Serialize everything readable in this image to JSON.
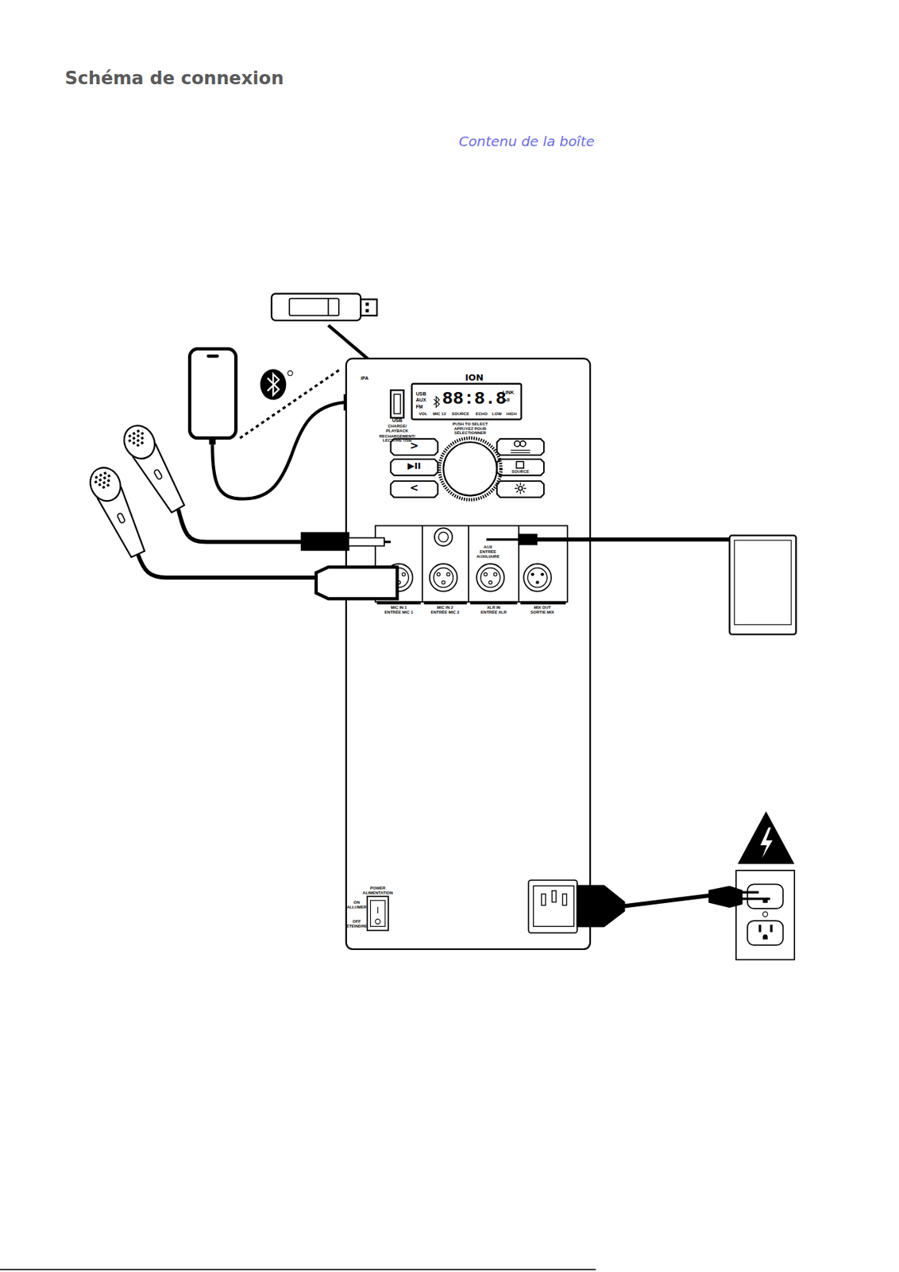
{
  "diagram": {
    "title": "Schéma de connexion",
    "labels": [
      "Contenu de la boîte",
      "iPA",
      "ION",
      "USB",
      "AUX",
      "FM",
      "88:8.8",
      "LINK",
      "▶II",
      "VOL",
      "MIC 12",
      "SOURCE",
      "ECHO",
      "LOW",
      "HIGH",
      "USB",
      "CHARGE/ PLAYBACK",
      "RECHARGEMENT/ LECTURE USB",
      "PUSH TO SELECT",
      "APPUYEZ POUR SÉLECTIONNER",
      ">",
      "▶II",
      "<",
      "SOURCE",
      "AUX",
      "ENTRÉE AUXILIAIRE",
      "MIC IN 1",
      "ENTRÉE MIC 1",
      "MIC IN 2",
      "ENTRÉE MIC 2",
      "XLR IN",
      "ENTRÉE XLR",
      "MIX OUT",
      "SORTIE MIX",
      "POWER",
      "ALIMENTATION",
      "ON",
      "ALLUMER",
      "OFF",
      "ÉTEINDRE"
    ]
  }
}
